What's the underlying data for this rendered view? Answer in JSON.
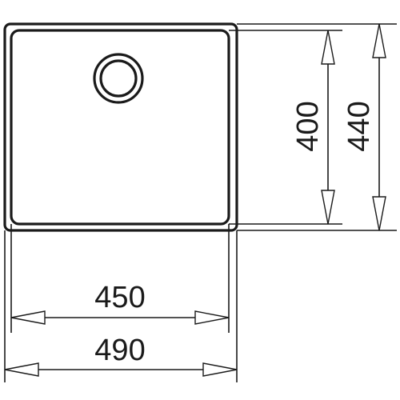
{
  "dimensions": {
    "inner_width": "450",
    "outer_width": "490",
    "inner_height": "400",
    "outer_height": "440"
  },
  "colors": {
    "line": "#1a1a1a",
    "background": "#ffffff"
  }
}
